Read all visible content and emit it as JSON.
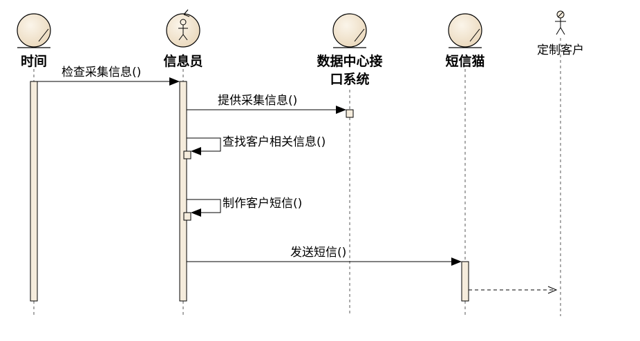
{
  "participants": [
    {
      "id": "time",
      "name": "时间",
      "kind": "entity"
    },
    {
      "id": "clerk",
      "name": "信息员",
      "kind": "control"
    },
    {
      "id": "data_iface_line1",
      "name": "数据中心接",
      "kind": "entity"
    },
    {
      "id": "data_iface_line2",
      "name": "口系统",
      "kind": "text"
    },
    {
      "id": "sms_cat",
      "name": "短信猫",
      "kind": "entity"
    },
    {
      "id": "customer",
      "name": "定制客户",
      "kind": "actor"
    }
  ],
  "messages": [
    {
      "id": "m1",
      "label": "检查采集信息()",
      "from": "时间",
      "to": "信息员",
      "style": "sync"
    },
    {
      "id": "m2",
      "label": "提供采集信息()",
      "from": "信息员",
      "to": "数据中心接口系统",
      "style": "sync"
    },
    {
      "id": "m3",
      "label": "查找客户相关信息()",
      "from": "信息员",
      "to": "信息员",
      "style": "self"
    },
    {
      "id": "m4",
      "label": "制作客户短信()",
      "from": "信息员",
      "to": "信息员",
      "style": "self"
    },
    {
      "id": "m5",
      "label": "发送短信()",
      "from": "信息员",
      "to": "短信猫",
      "style": "sync"
    },
    {
      "id": "m6",
      "label": "",
      "from": "短信猫",
      "to": "定制客户",
      "style": "async-dashed"
    }
  ],
  "colors": {
    "fill": "#f5ecdc",
    "stroke": "#000000",
    "lifeline": "#555555"
  }
}
